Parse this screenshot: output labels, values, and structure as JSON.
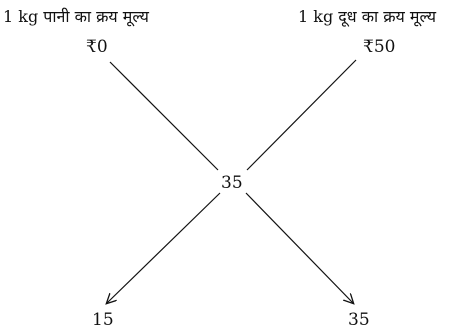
{
  "left": {
    "heading": "1 kg पानी का क्रय मूल्य",
    "price": "₹0"
  },
  "right": {
    "heading": "1 kg दूध का क्रय मूल्य",
    "price": "₹50"
  },
  "center": {
    "value": "35"
  },
  "bottom": {
    "left_value": "15",
    "right_value": "35"
  },
  "colors": {
    "ink": "#111111",
    "background": "#ffffff"
  }
}
